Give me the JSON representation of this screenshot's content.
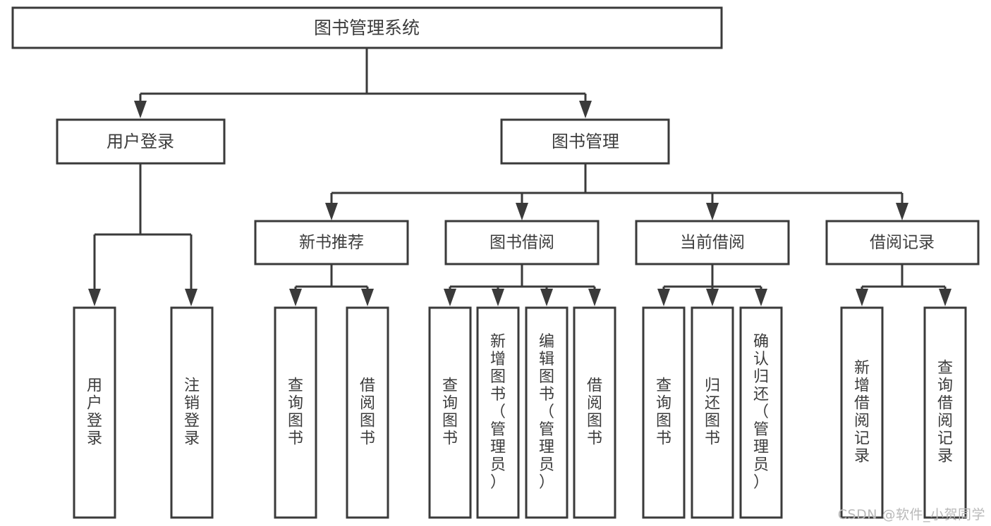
{
  "diagram": {
    "title": "图书管理系统",
    "type": "tree-hierarchy-diagram",
    "colors": {
      "box_fill": "#ffffff",
      "box_stroke": "#3a3a3a",
      "text": "#3c3c3c",
      "watermark": "#b9b9b9"
    },
    "root": {
      "label": "图书管理系统"
    },
    "level2": [
      {
        "label": "用户登录"
      },
      {
        "label": "图书管理"
      }
    ],
    "level3": [
      {
        "label": "新书推荐"
      },
      {
        "label": "图书借阅"
      },
      {
        "label": "当前借阅"
      },
      {
        "label": "借阅记录"
      }
    ],
    "leaves": {
      "user_login": [
        {
          "label": "用户登录"
        },
        {
          "label": "注销登录"
        }
      ],
      "new_book_recommend": [
        {
          "label": "查询图书"
        },
        {
          "label": "借阅图书"
        }
      ],
      "book_borrow": [
        {
          "label": "查询图书"
        },
        {
          "label": "新增图书（管理员）"
        },
        {
          "label": "编辑图书（管理员）"
        },
        {
          "label": "借阅图书"
        }
      ],
      "current_borrow": [
        {
          "label": "查询图书"
        },
        {
          "label": "归还图书"
        },
        {
          "label": "确认归还（管理员）"
        }
      ],
      "borrow_record": [
        {
          "label": "新增借阅记录"
        },
        {
          "label": "查询借阅记录"
        }
      ]
    }
  },
  "watermark": {
    "text": "CSDN @软件_小贺同学"
  }
}
